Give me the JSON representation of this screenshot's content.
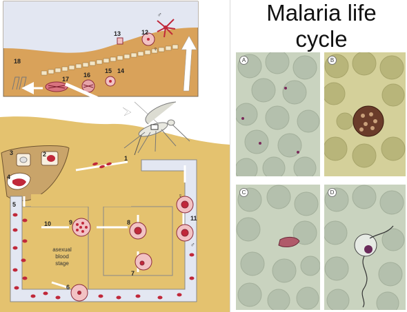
{
  "title_lines": [
    "Malaria life",
    "cycle"
  ],
  "diagram": {
    "stage_label_lines": [
      "asexual",
      "blood",
      "stage"
    ],
    "step_numbers": [
      "1",
      "2",
      "3",
      "4",
      "5",
      "6",
      "7",
      "8",
      "9",
      "10",
      "11",
      "12",
      "13",
      "14",
      "15",
      "16",
      "17",
      "18"
    ],
    "symbols": {
      "female": "♀",
      "male": "♂"
    }
  },
  "micrographs": [
    {
      "label": "A"
    },
    {
      "label": "B"
    },
    {
      "label": "C"
    },
    {
      "label": "D"
    }
  ],
  "colors": {
    "skin": "#e4c26f",
    "mosquito_gut": "#d9a25a",
    "vessel": "#e3e7f2",
    "liver": "#c9a46a",
    "rbc_dark": "#c0283a",
    "micro_bg_green": "#c9d3bf",
    "micro_bg_yellow": "#d4d09a"
  }
}
